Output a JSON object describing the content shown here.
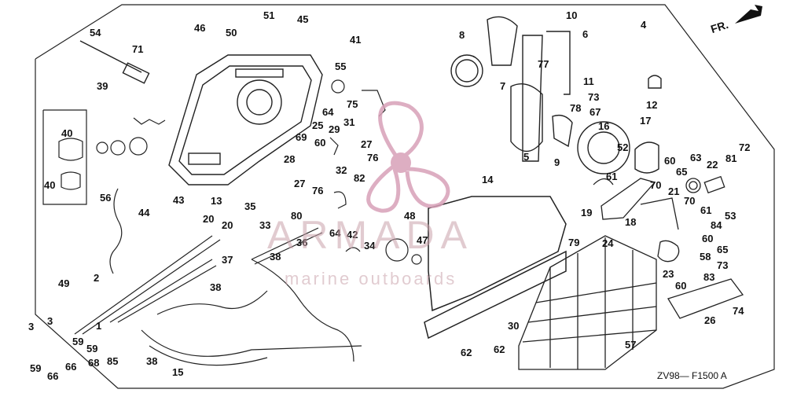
{
  "diagram": {
    "direction_label": "FR.",
    "drawing_code": "ZV98— F1500 A",
    "watermark": {
      "brand": "ARMADA",
      "tagline": "marine outboards",
      "color": "#d8a0b8"
    },
    "callouts": [
      "54",
      "71",
      "46",
      "50",
      "51",
      "45",
      "41",
      "55",
      "8",
      "7",
      "77",
      "10",
      "6",
      "4",
      "39",
      "40",
      "40",
      "56",
      "43",
      "44",
      "13",
      "35",
      "75",
      "64",
      "25",
      "29",
      "31",
      "69",
      "60",
      "27",
      "28",
      "27",
      "32",
      "76",
      "82",
      "76",
      "11",
      "73",
      "78",
      "67",
      "5",
      "9",
      "16",
      "12",
      "17",
      "52",
      "61",
      "63",
      "22",
      "81",
      "72",
      "60",
      "65",
      "70",
      "21",
      "70",
      "61",
      "84",
      "53",
      "19",
      "18",
      "60",
      "65",
      "58",
      "73",
      "23",
      "83",
      "60",
      "26",
      "74",
      "14",
      "79",
      "24",
      "20",
      "20",
      "33",
      "80",
      "64",
      "42",
      "34",
      "48",
      "47",
      "38",
      "36",
      "37",
      "38",
      "2",
      "49",
      "1",
      "3",
      "3",
      "59",
      "59",
      "59",
      "66",
      "66",
      "68",
      "85",
      "38",
      "15",
      "62",
      "30",
      "62",
      "57"
    ]
  }
}
